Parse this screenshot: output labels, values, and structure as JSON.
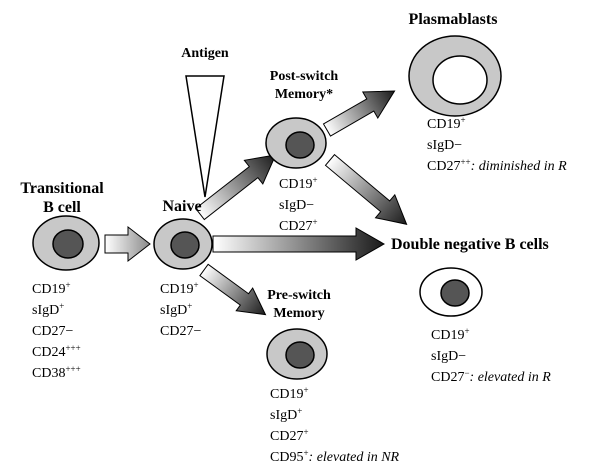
{
  "labels": {
    "antigen": "Antigen",
    "transitional_line1": "Transitional",
    "transitional_line2": "B cell",
    "naive": "Naive",
    "post_switch_line1": "Post-switch",
    "post_switch_line2": "Memory*",
    "plasmablasts": "Plasmablasts",
    "double_negative": "Double negative B cells",
    "pre_switch_line1": "Pre-switch",
    "pre_switch_line2": "Memory"
  },
  "markers": {
    "transitional": [
      {
        "base": "CD19",
        "sup": "+",
        "note": ""
      },
      {
        "base": "sIgD",
        "sup": "+",
        "note": ""
      },
      {
        "base": "CD27−",
        "sup": "",
        "note": ""
      },
      {
        "base": "CD24",
        "sup": "+++",
        "note": ""
      },
      {
        "base": "CD38",
        "sup": "+++",
        "note": ""
      }
    ],
    "naive": [
      {
        "base": "CD19",
        "sup": "+",
        "note": ""
      },
      {
        "base": "sIgD",
        "sup": "+",
        "note": ""
      },
      {
        "base": "CD27−",
        "sup": "",
        "note": ""
      }
    ],
    "post_switch": [
      {
        "base": "CD19",
        "sup": "+",
        "note": ""
      },
      {
        "base": "sIgD−",
        "sup": "",
        "note": ""
      },
      {
        "base": "CD27",
        "sup": "+",
        "note": ""
      }
    ],
    "plasmablasts": [
      {
        "base": "CD19",
        "sup": "+",
        "note": ""
      },
      {
        "base": "sIgD−",
        "sup": "",
        "note": ""
      },
      {
        "base": "CD27",
        "sup": "++",
        "note": ": diminished in R"
      }
    ],
    "double_negative": [
      {
        "base": "CD19",
        "sup": "+",
        "note": ""
      },
      {
        "base": "sIgD−",
        "sup": "",
        "note": ""
      },
      {
        "base": "CD27",
        "sup": "−",
        "note": ": elevated in R"
      }
    ],
    "pre_switch": [
      {
        "base": "CD19",
        "sup": "+",
        "note": ""
      },
      {
        "base": "sIgD",
        "sup": "+",
        "note": ""
      },
      {
        "base": "CD27",
        "sup": "+",
        "note": ""
      },
      {
        "base": "CD95",
        "sup": "+",
        "note": ": elevated in NR"
      }
    ]
  },
  "colors": {
    "cell_fill": "#c8c8c8",
    "nucleus_fill": "#555555",
    "outline": "#000000"
  }
}
